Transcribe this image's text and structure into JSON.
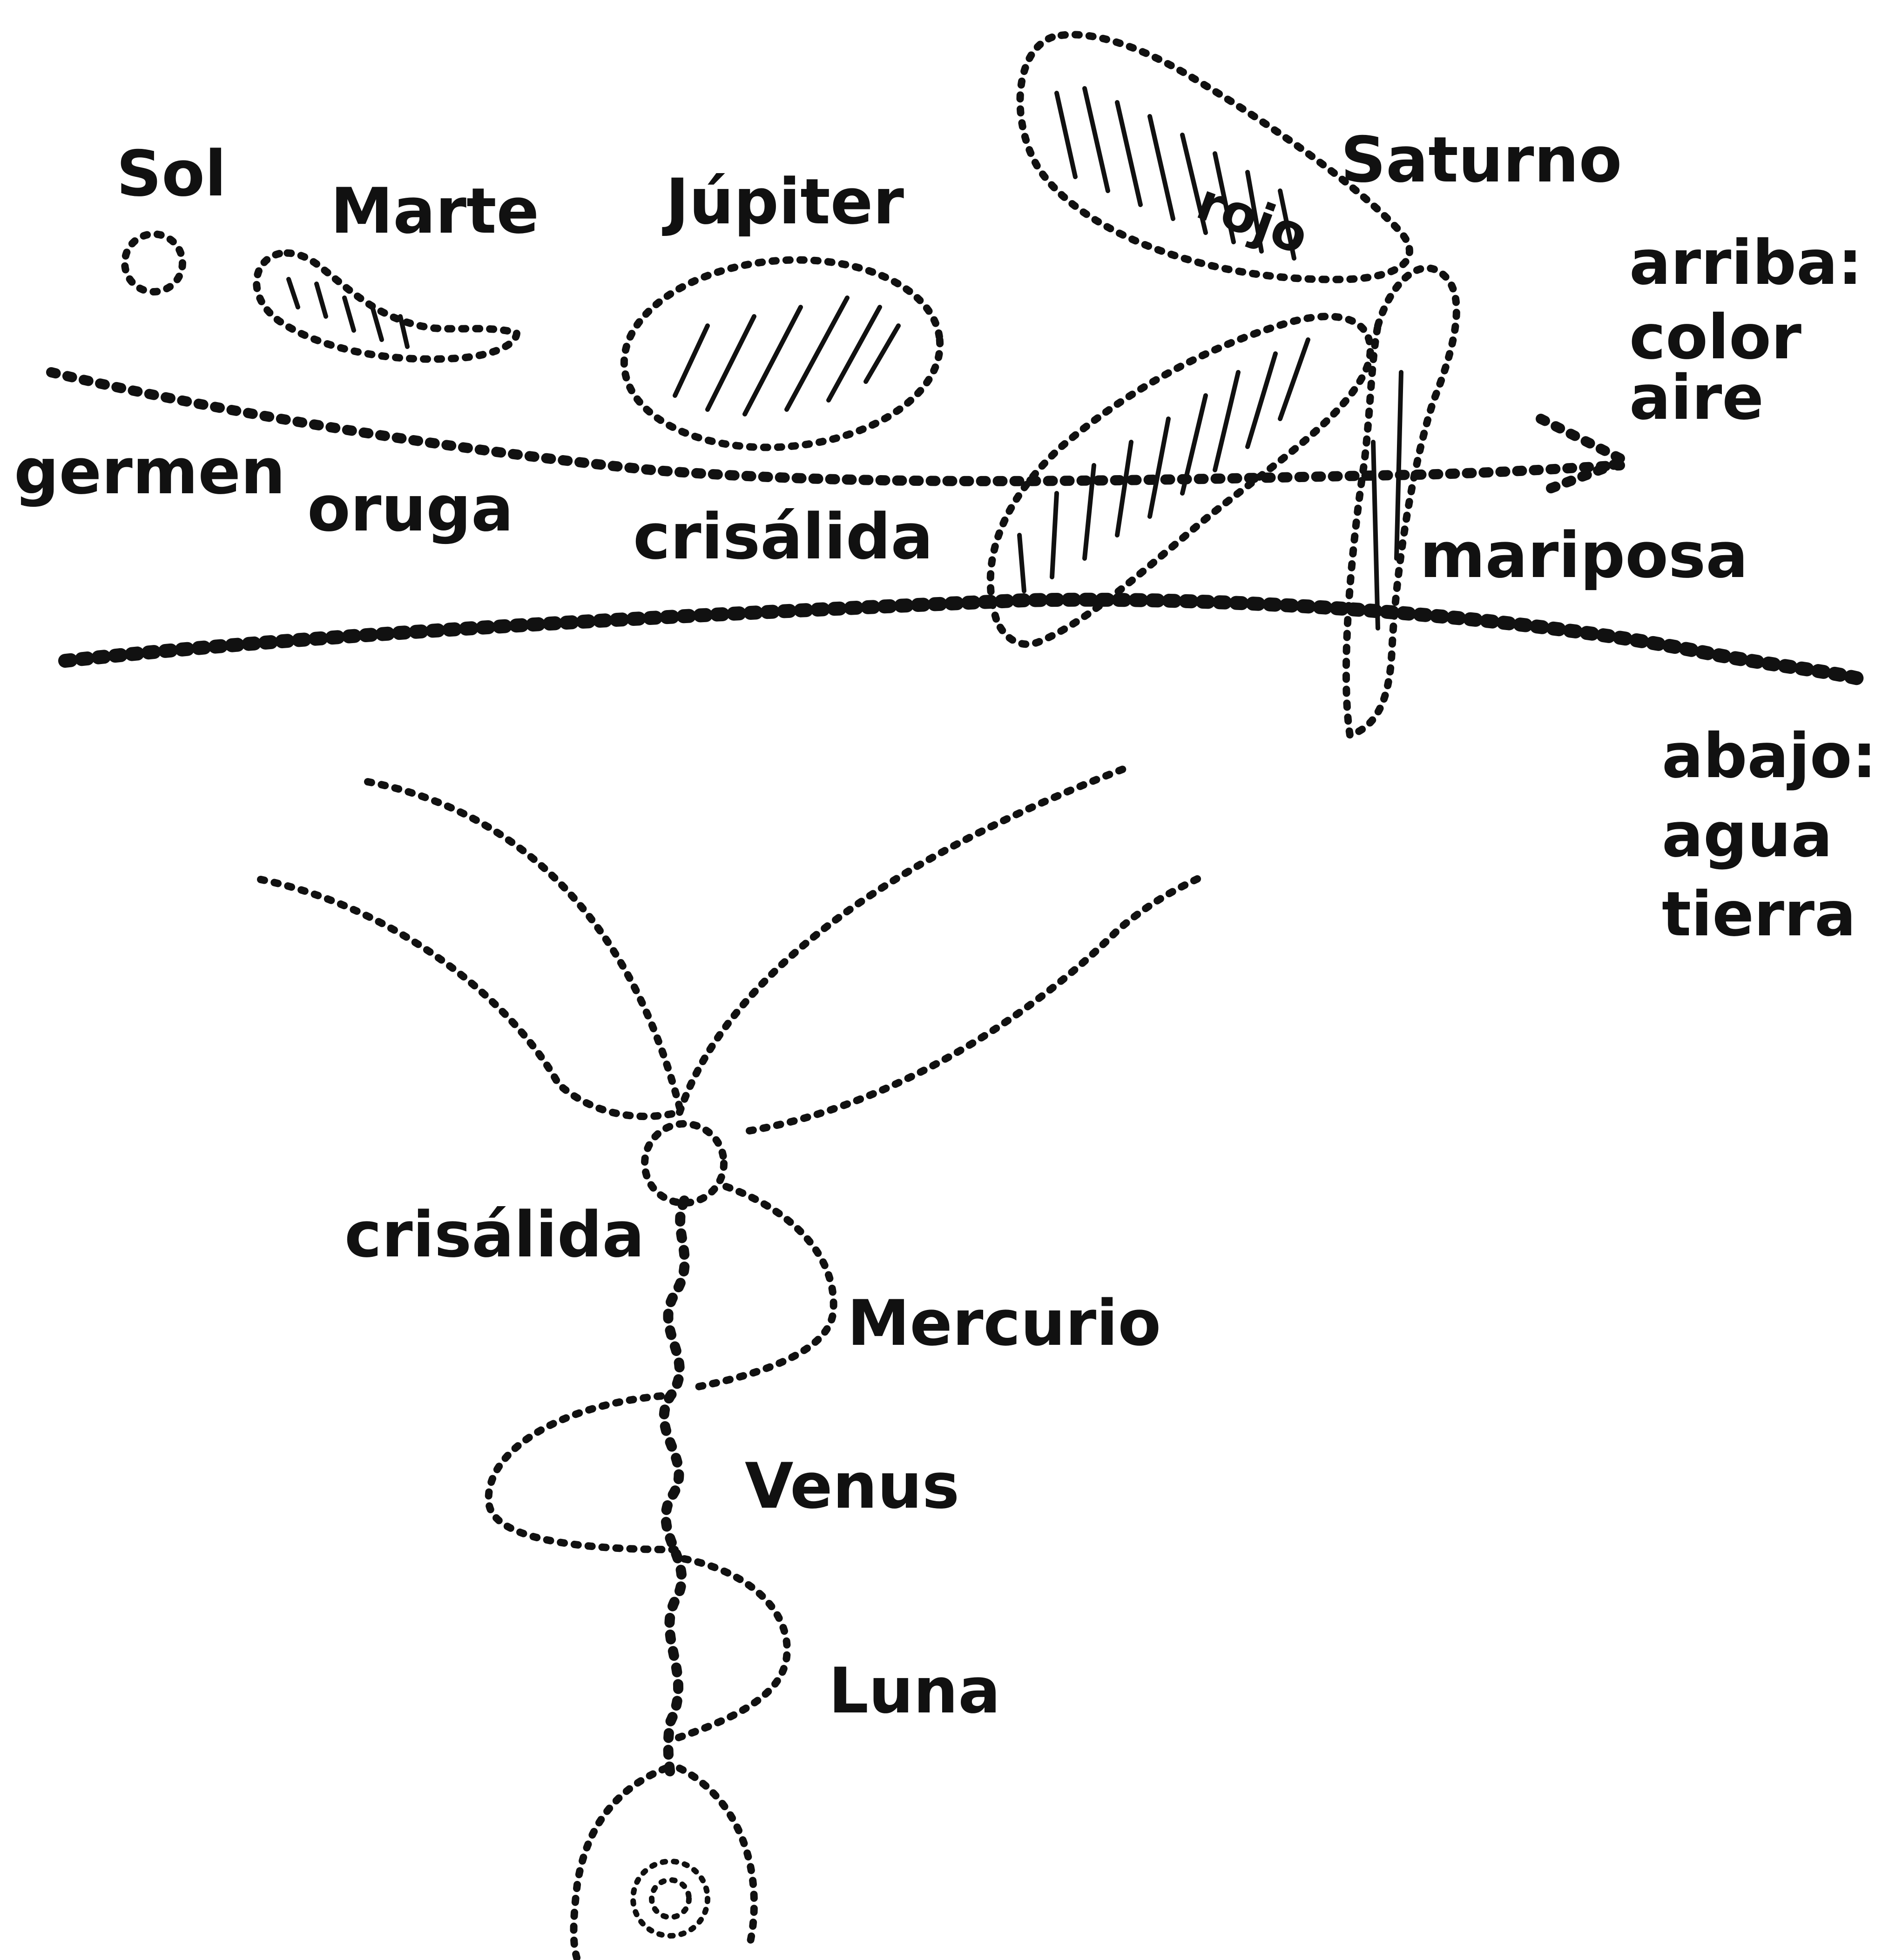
{
  "planets_top": {
    "sol": "Sol",
    "marte": "Marte",
    "jupiter": "Júpiter",
    "saturno": "Saturno"
  },
  "stages": {
    "germen": "germen",
    "oruga": "oruga",
    "crisalida_top": "crisálida",
    "mariposa": "mariposa"
  },
  "saturn_color": "rojo",
  "right_top": {
    "line1": "arriba:",
    "line2": "color",
    "line3": "aire"
  },
  "right_bottom": {
    "line1": "abajo:",
    "line2": "agua",
    "line3": "tierra"
  },
  "plant": {
    "crisalida": "crisálida",
    "mercurio": "Mercurio",
    "venus": "Venus",
    "luna": "Luna"
  },
  "colors": {
    "ink": "#111111",
    "paper": "#ffffff"
  }
}
